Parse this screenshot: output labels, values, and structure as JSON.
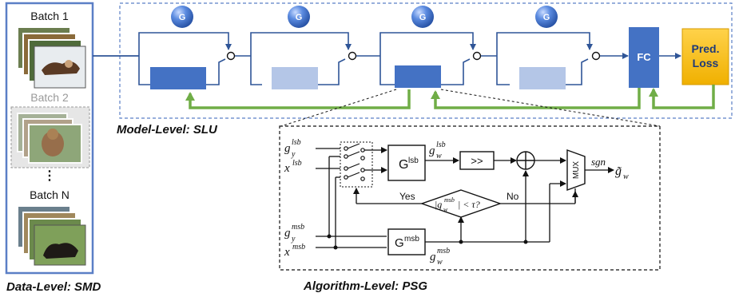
{
  "data_level": {
    "caption": "Data-Level: SMD",
    "batches": [
      {
        "label": "Batch 1"
      },
      {
        "label": "Batch 2"
      },
      {
        "label": "Batch N"
      }
    ],
    "ellipsis": "⋮"
  },
  "model_level": {
    "caption": "Model-Level: SLU",
    "gate_label": "G",
    "fc_label": "FC",
    "loss_label_line1": "Pred.",
    "loss_label_line2": "Loss"
  },
  "algorithm_level": {
    "caption": "Algorithm-Level: PSG",
    "inputs": {
      "gy": "g",
      "gy_sub": "y",
      "lsb_sup": "lsb",
      "msb_sup": "msb",
      "x": "x"
    },
    "g_lsb": "G",
    "g_lsb_sup": "lsb",
    "g_msb": "G",
    "g_msb_sup": "msb",
    "gw": "g",
    "gw_sub": "w",
    "shift_label": ">>",
    "mux_label": "MUX",
    "sgn_label": "sgn",
    "out_label": "g̃",
    "out_sub": "w",
    "yes_label": "Yes",
    "no_label": "No",
    "cond_prefix": "|g",
    "cond_suffix": "| < τ?"
  },
  "colors": {
    "frame_blue": "#5b7fc6",
    "block_dark": "#4472c4",
    "block_light": "#b4c6e7",
    "gate_fill": "#4a77c9",
    "feedback_green": "#70ad47",
    "loss_fill": "#ffc000",
    "arrow_blue": "#2f5597"
  }
}
